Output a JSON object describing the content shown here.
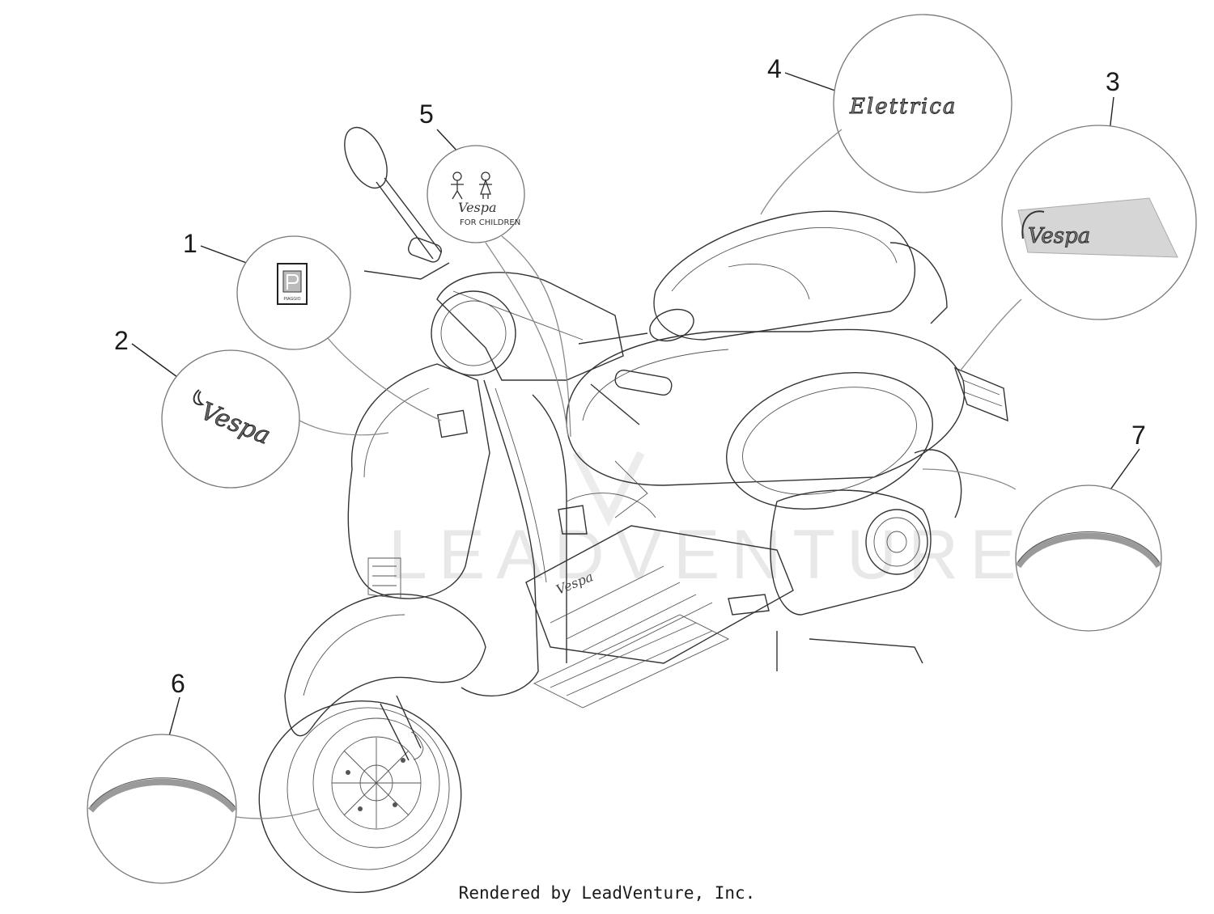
{
  "callouts": [
    {
      "number": "1",
      "part": "piaggio-badge"
    },
    {
      "number": "2",
      "part": "vespa-script-emblem"
    },
    {
      "number": "3",
      "part": "vespa-side-emblem"
    },
    {
      "number": "4",
      "part": "elettrica-emblem"
    },
    {
      "number": "5",
      "part": "vespa-for-children-sticker"
    },
    {
      "number": "6",
      "part": "front-wheel-stripe"
    },
    {
      "number": "7",
      "part": "rear-wheel-stripe"
    }
  ],
  "decals": {
    "elettrica": "Elettrica",
    "vespa": "Vespa",
    "for_children": "FOR CHILDREN",
    "piaggio_badge": "PIAGGIO",
    "floor_script": "Vespa"
  },
  "watermark": "LEADVENTURE",
  "footer": "Rendered by LeadVenture, Inc.",
  "colors": {
    "stripe": "#9a9a9a",
    "stripe_edge": "#555555",
    "line": "#333333"
  }
}
